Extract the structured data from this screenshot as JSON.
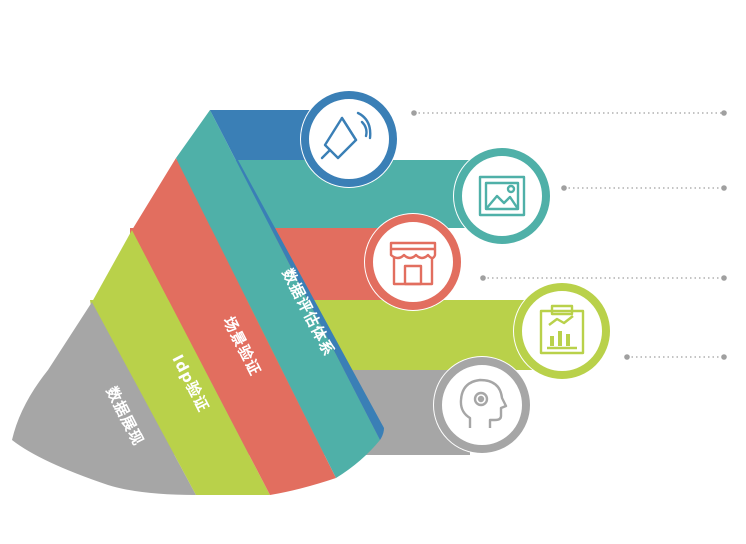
{
  "bands": [
    {
      "id": "blue",
      "label": "数据评估体系",
      "color": "#3a7fb6",
      "icon": "megaphone-icon"
    },
    {
      "id": "teal",
      "label": "场景验证",
      "color": "#4fb0a8",
      "icon": "image-icon"
    },
    {
      "id": "red",
      "label": "Idp验证",
      "color": "#e26e5f",
      "icon": "store-icon"
    },
    {
      "id": "green",
      "label": "数据展现",
      "color": "#b9d14a",
      "icon": "clipboard-chart-icon"
    },
    {
      "id": "gray",
      "label": "",
      "color": "#a6a6a6",
      "icon": "head-gear-icon"
    }
  ],
  "connector_color": "#a0a0a0"
}
